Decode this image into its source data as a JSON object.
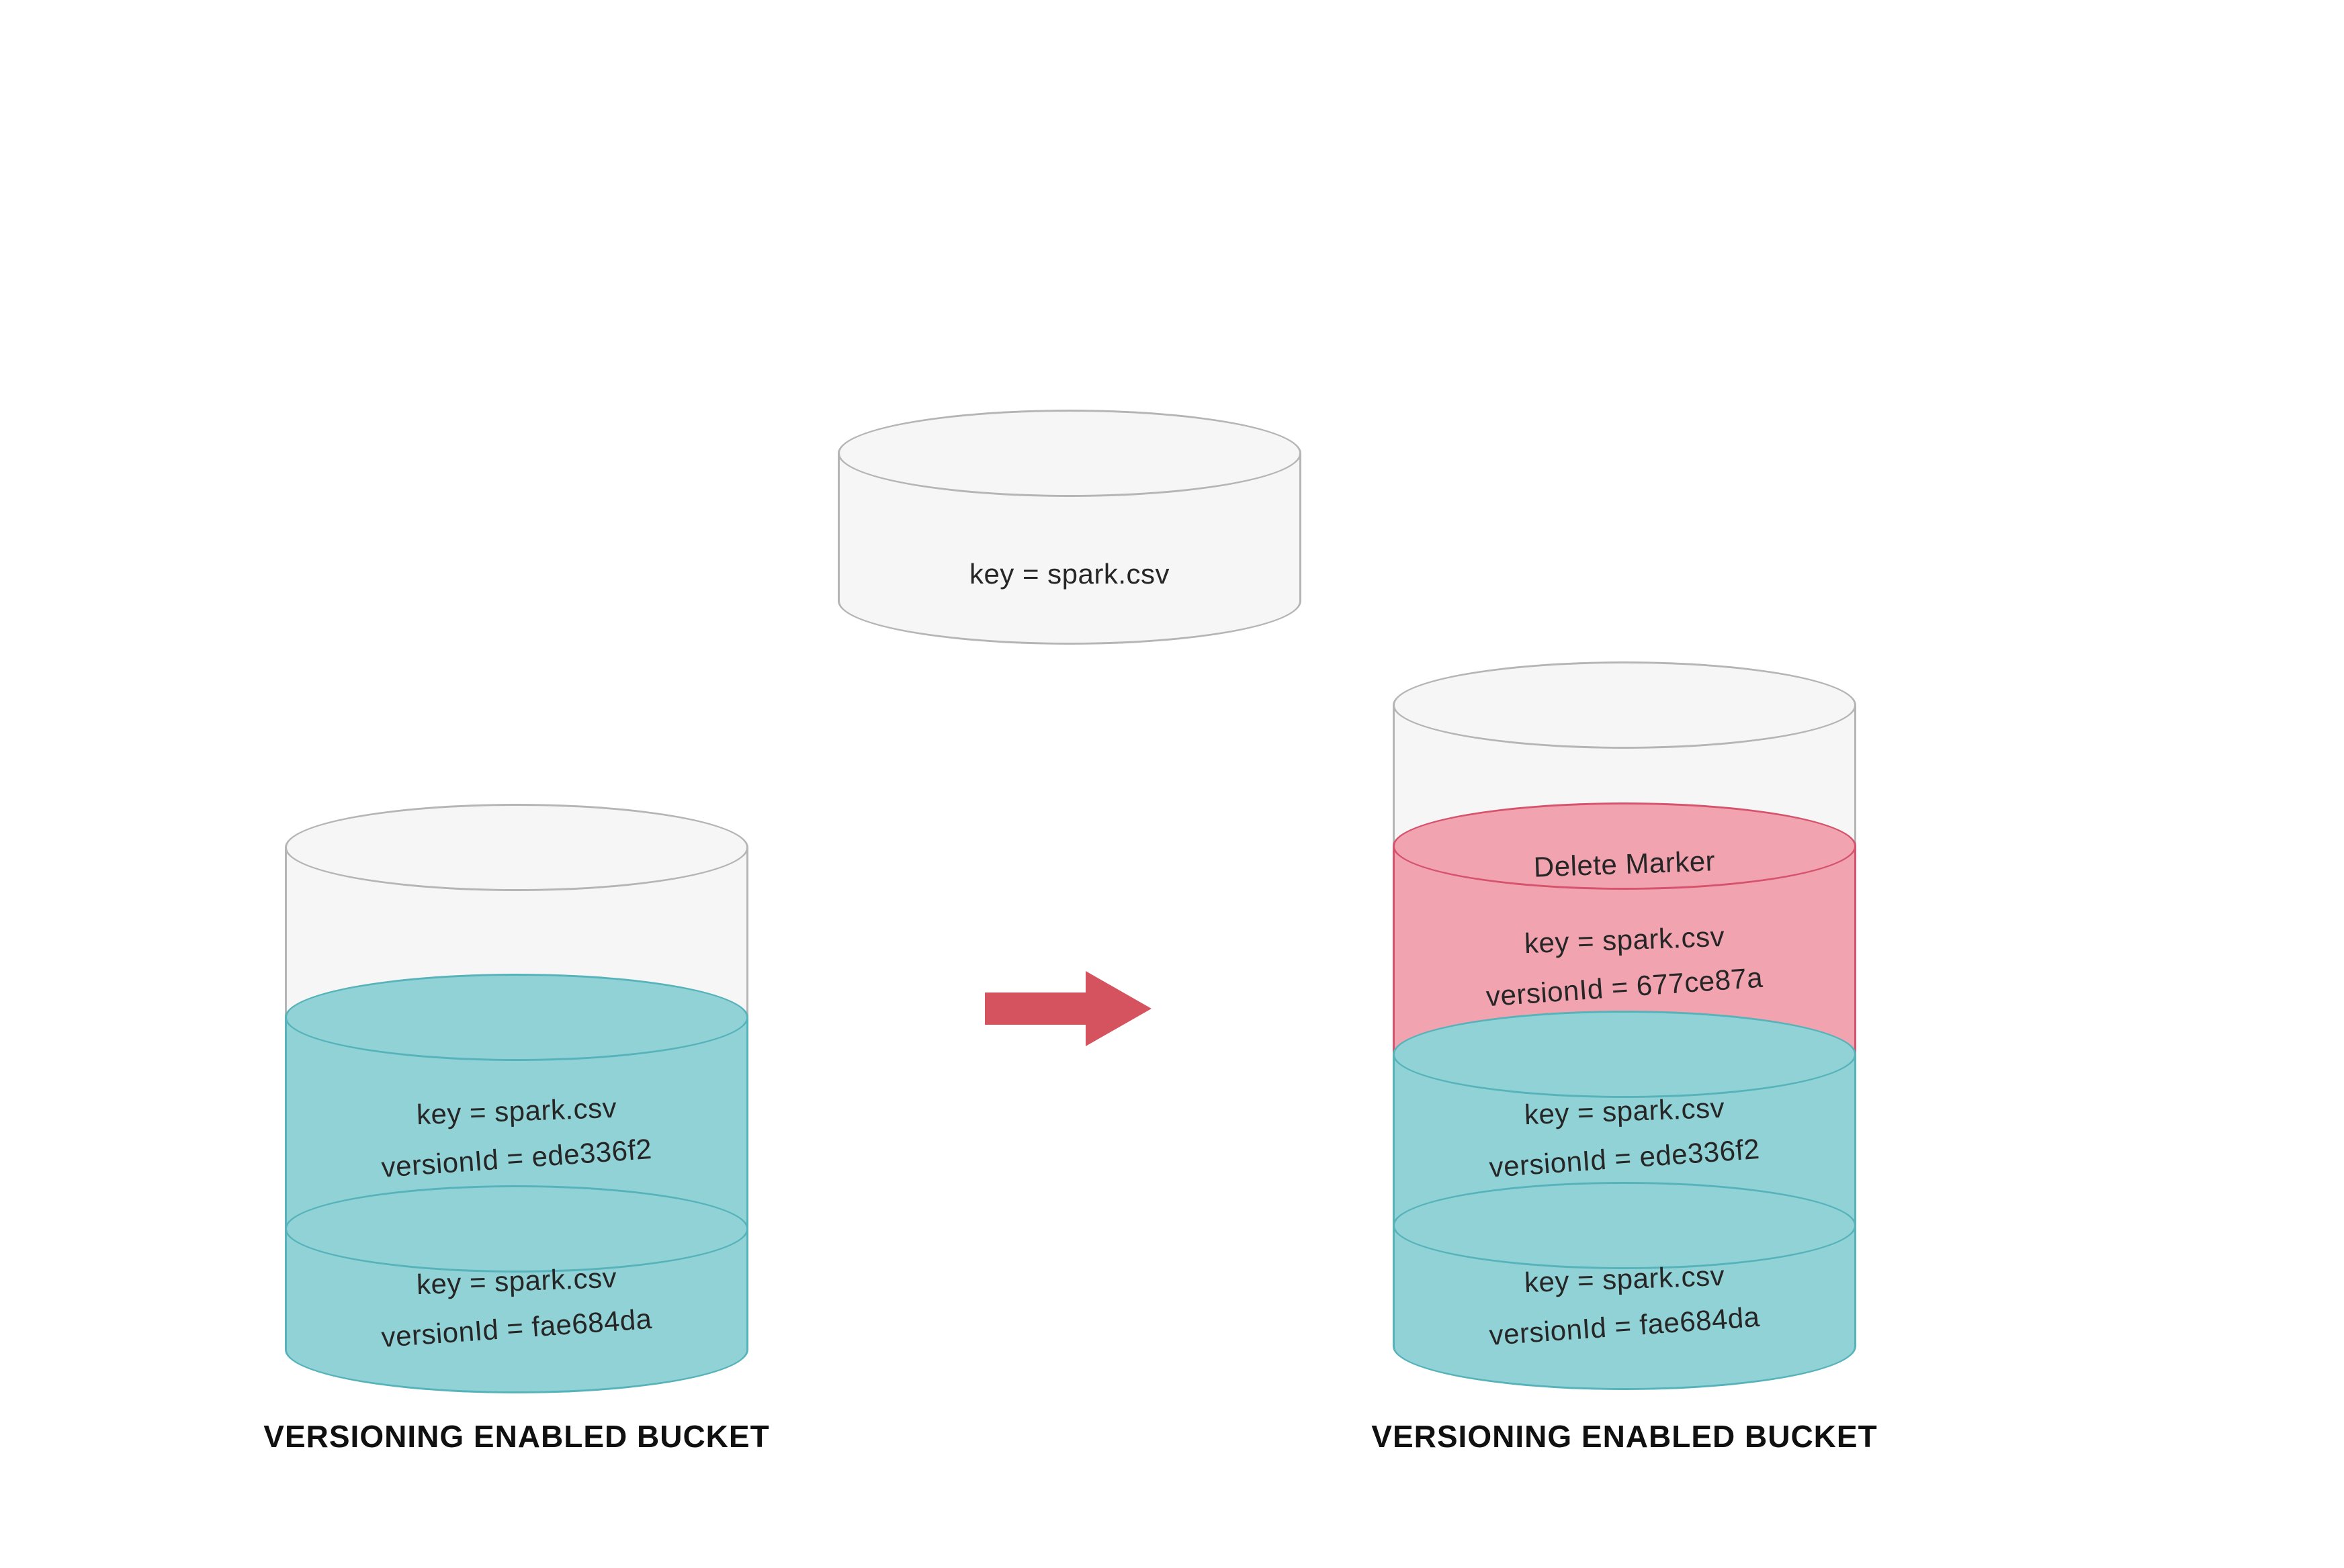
{
  "incoming_object": {
    "key": "key = spark.csv"
  },
  "arrow": {
    "direction": "right",
    "color": "#d5535f"
  },
  "left_bucket": {
    "label": "VERSIONING ENABLED BUCKET",
    "disks": [
      {
        "name": "empty-top"
      },
      {
        "name": "version-ede336f2",
        "key": "key = spark.csv",
        "version_id": "versionId = ede336f2"
      },
      {
        "name": "version-fae684da",
        "key": "key = spark.csv",
        "version_id": "versionId = fae684da"
      }
    ]
  },
  "right_bucket": {
    "label": "VERSIONING ENABLED BUCKET",
    "disks": [
      {
        "name": "empty-top"
      },
      {
        "name": "delete-marker",
        "title": "Delete Marker",
        "key": "key = spark.csv",
        "version_id": "versionId = 677ce87a"
      },
      {
        "name": "version-ede336f2",
        "key": "key = spark.csv",
        "version_id": "versionId = ede336f2"
      },
      {
        "name": "version-fae684da",
        "key": "key = spark.csv",
        "version_id": "versionId = fae684da"
      }
    ]
  },
  "colors": {
    "empty_fill": "#f6f6f6",
    "empty_stroke": "#b5b5b5",
    "version_fill": "#90d2d6",
    "version_stroke": "#57b3ba",
    "delete_marker_fill": "#f2a3b0",
    "delete_marker_stroke": "#d5536c",
    "arrow": "#d5535f"
  }
}
